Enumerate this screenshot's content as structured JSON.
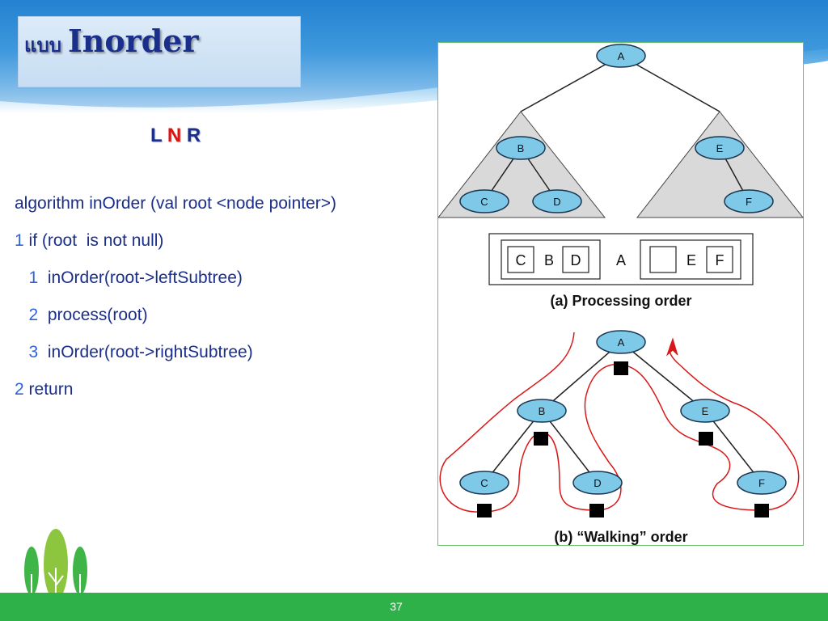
{
  "slide": {
    "title_thai": "แบบ",
    "title": "Inorder",
    "order": {
      "l": "L",
      "n": "N",
      "r": "R"
    },
    "page_number": "37"
  },
  "code": [
    {
      "num": "",
      "text": "algorithm inOrder (val root <node pointer>)"
    },
    {
      "num": "1",
      "text": " if (root  is not null)"
    },
    {
      "num": "   1",
      "text": "  inOrder(root->leftSubtree)"
    },
    {
      "num": "   2",
      "text": "  process(root)"
    },
    {
      "num": "   3",
      "text": "  inOrder(root->rightSubtree)"
    },
    {
      "num": "2",
      "text": " return"
    }
  ],
  "figure": {
    "nodes": [
      "A",
      "B",
      "C",
      "D",
      "E",
      "F"
    ],
    "processing_order": {
      "left": [
        "C",
        "B",
        "D"
      ],
      "root": "A",
      "right": [
        "",
        "E",
        "F"
      ]
    },
    "caption_a": "(a) Processing order",
    "caption_b": "(b) “Walking” order"
  },
  "colors": {
    "title": "#1a2e8c",
    "accent_red": "#e01010",
    "node_fill": "#7ec8e8",
    "footer": "#2fb14a"
  }
}
